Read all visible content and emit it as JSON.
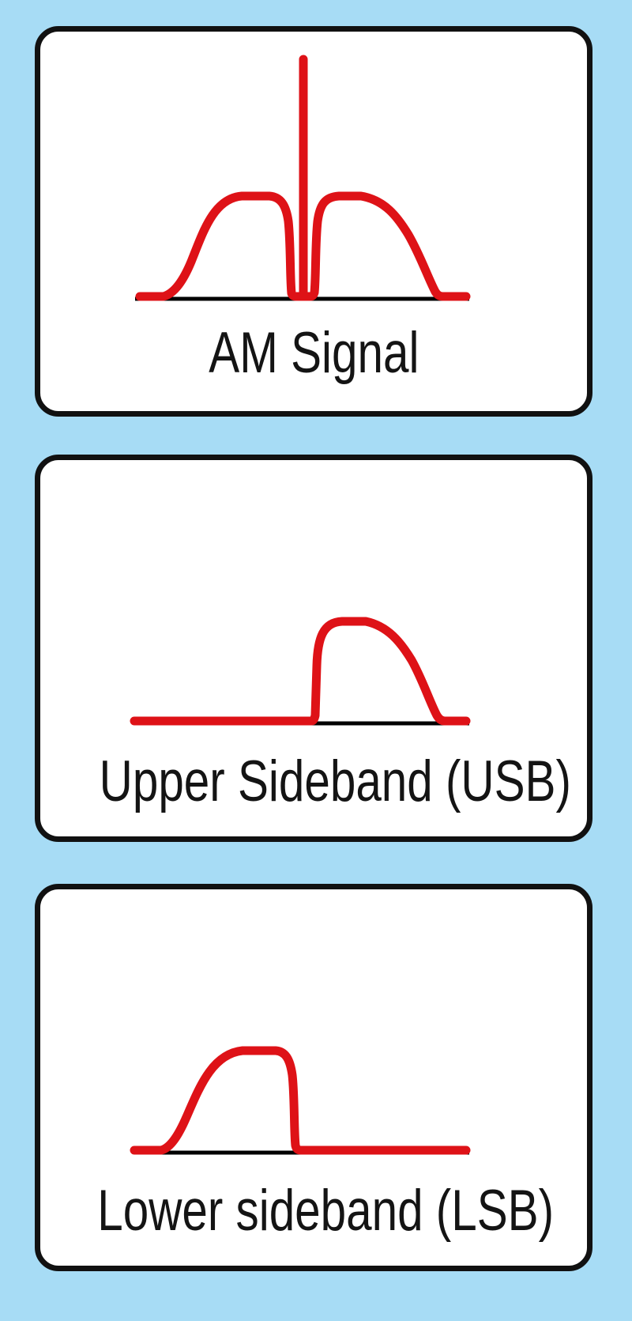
{
  "title": "AM signal sideband spectra diagram",
  "colors": {
    "background": "#a7dcf5",
    "panel_background": "#ffffff",
    "panel_border": "#111111",
    "curve_red": "#de1217",
    "baseline_black": "#000000",
    "label_text": "#141414"
  },
  "panels": [
    {
      "id": "am",
      "label": "AM Signal",
      "description": "Full AM spectrum: central carrier spike flanked by lower and upper sideband humps above a horizontal frequency baseline"
    },
    {
      "id": "usb",
      "label": "Upper Sideband (USB)",
      "description": "Only the upper sideband hump remains, steep vertical edge at the carrier frequency sloping down toward higher frequencies"
    },
    {
      "id": "lsb",
      "label": "Lower sideband (LSB)",
      "description": "Only the lower sideband hump remains, rising from lower frequencies with a steep vertical edge at the carrier frequency"
    }
  ]
}
